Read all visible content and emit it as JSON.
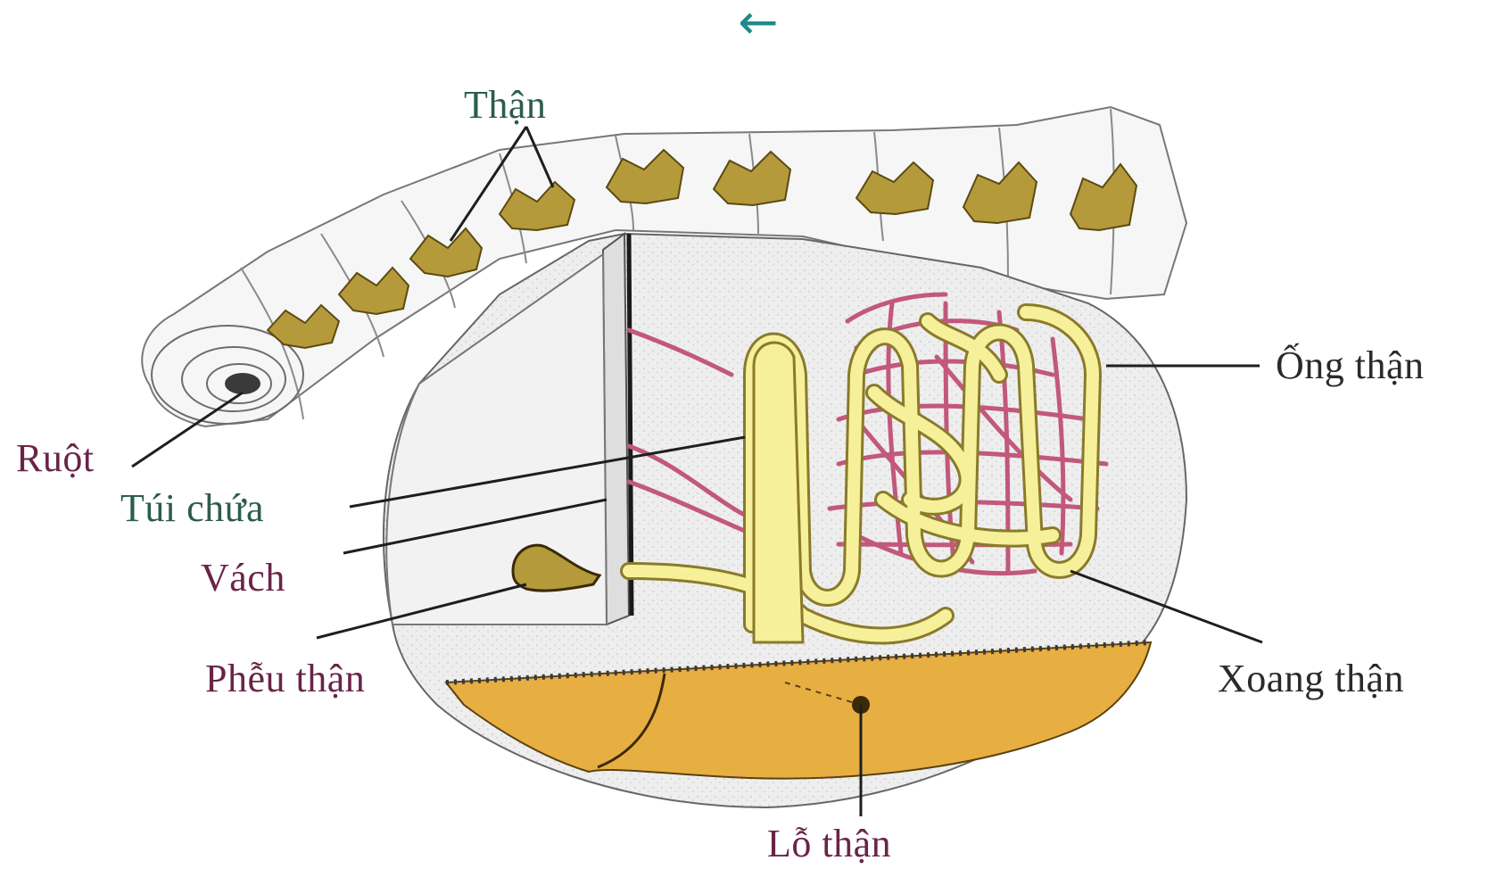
{
  "navigation": {
    "back_icon": "left-arrow-icon",
    "back_glyph": "←",
    "color": "#1f8a8a"
  },
  "labels": {
    "than": "Thận",
    "ruot": "Ruột",
    "tui_chua": "Túi chứa",
    "vach": "Vách",
    "pheu_than": "Phễu thận",
    "ong_than": "Ống thận",
    "xoang_than": "Xoang thận",
    "lo_than": "Lỗ thận"
  },
  "colors": {
    "tubule": "#f6f09a",
    "vessel": "#c2587c",
    "floor": "#e7ae42",
    "nephridia": "#b49a3a",
    "body_fill": "#efefef",
    "outline": "#555555"
  }
}
